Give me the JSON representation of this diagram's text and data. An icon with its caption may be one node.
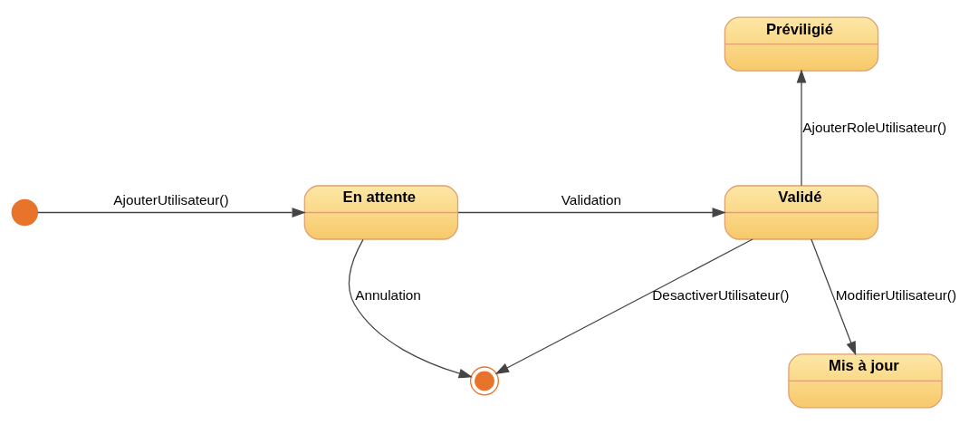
{
  "diagram": {
    "nodes": [
      {
        "text": [],
        "shape": "circle"
      },
      {
        "text": [
          "En attente"
        ]
      },
      {
        "text": [
          "Validé"
        ]
      },
      {
        "text": [
          "Préviligié"
        ]
      },
      {
        "text": [
          "Mis à jour"
        ]
      },
      {
        "text": [],
        "shape": "circle"
      }
    ],
    "edges": [
      {
        "from": 0,
        "to": 1,
        "arrow": "to",
        "label": "AjouterUtilisateur()"
      },
      {
        "from": 1,
        "to": 2,
        "arrow": "to",
        "label": "Validation"
      },
      {
        "from": 2,
        "to": 3,
        "arrow": "to",
        "label": "AjouterRoleUtilisateur()"
      },
      {
        "from": 1,
        "to": 5,
        "arrow": "to",
        "label": "Annulation"
      },
      {
        "from": 2,
        "to": 5,
        "arrow": "to",
        "label": "DesactiverUtilisateur()"
      },
      {
        "from": 2,
        "to": 4,
        "arrow": "to",
        "label": "ModifierUtilisateur()"
      }
    ]
  }
}
